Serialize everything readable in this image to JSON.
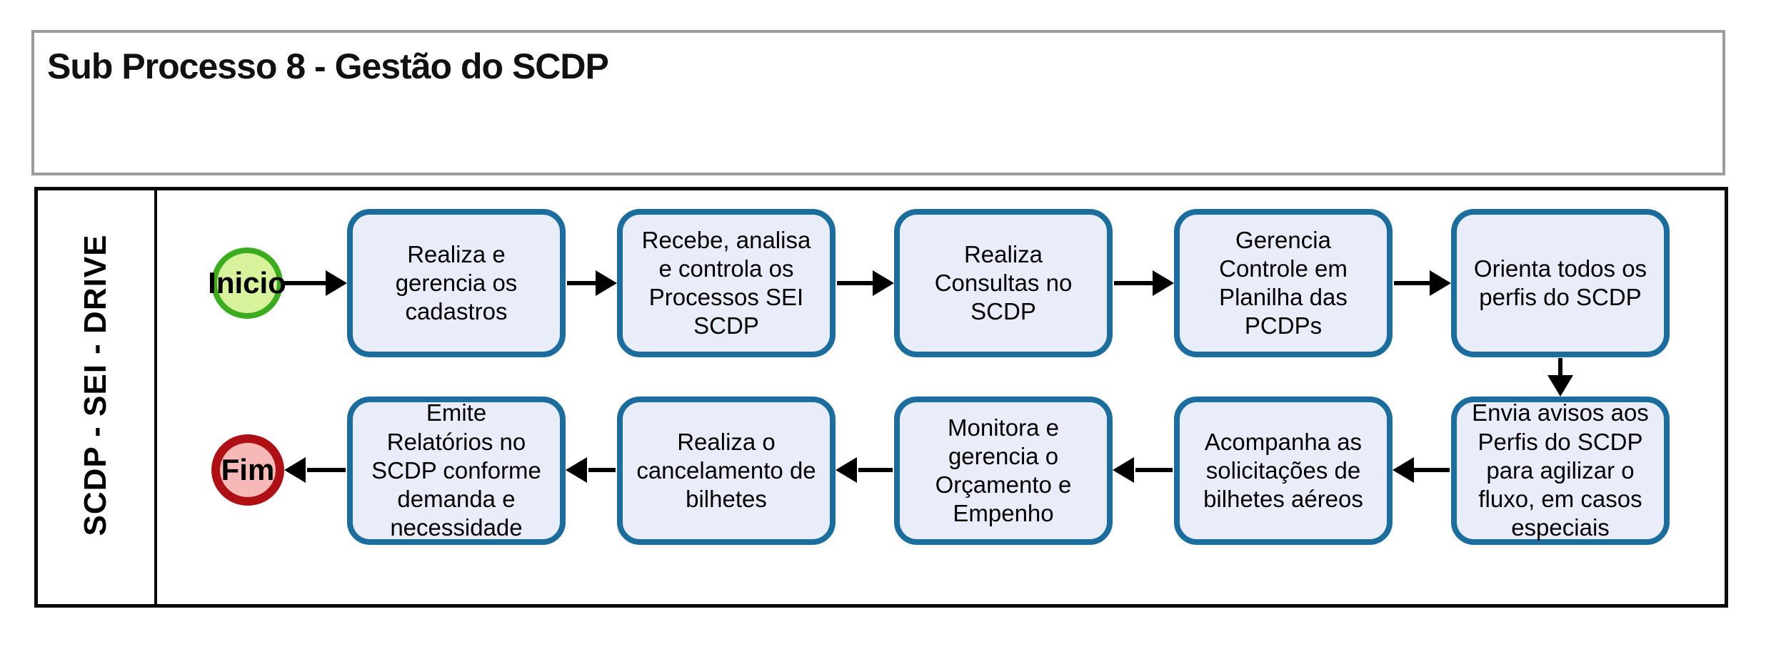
{
  "title": "Sub Processo 8 - Gestão do SCDP",
  "lane_label": "SCDP  - SEI - DRIVE",
  "start_label": "Inicio",
  "end_label": "Fim",
  "steps": [
    "Realiza e\ngerencia os\ncadastros",
    "Recebe, analisa\ne controla os\nProcessos SEI\nSCDP",
    "Realiza\nConsultas no\nSCDP",
    "Gerencia\nControle em\nPlanilha das\nPCDPs",
    "Orienta todos os\nperfis do SCDP",
    "Emite\nRelatórios no\nSCDP conforme\ndemanda e\nnecessidade",
    "Realiza o\ncancelamento de\nbilhetes",
    "Monitora e\ngerencia o\nOrçamento e\nEmpenho",
    "Acompanha as\nsolicitações de\nbilhetes aéreos",
    "Envia avisos aos\nPerfis do SCDP\npara agilizar o\nfluxo, em casos\nespeciais"
  ],
  "colors": {
    "page_bg": "#ffffff",
    "title_border": "#9c9c9c",
    "frame_border": "#0a0a0a",
    "box_fill": "#e9edf9",
    "box_border": "#1a6d9d",
    "start_fill": "#d8f29b",
    "start_border": "#3bac1e",
    "end_fill": "#f6b9b8",
    "end_border": "#af1015",
    "arrow": "#000000",
    "text": "#000000"
  }
}
